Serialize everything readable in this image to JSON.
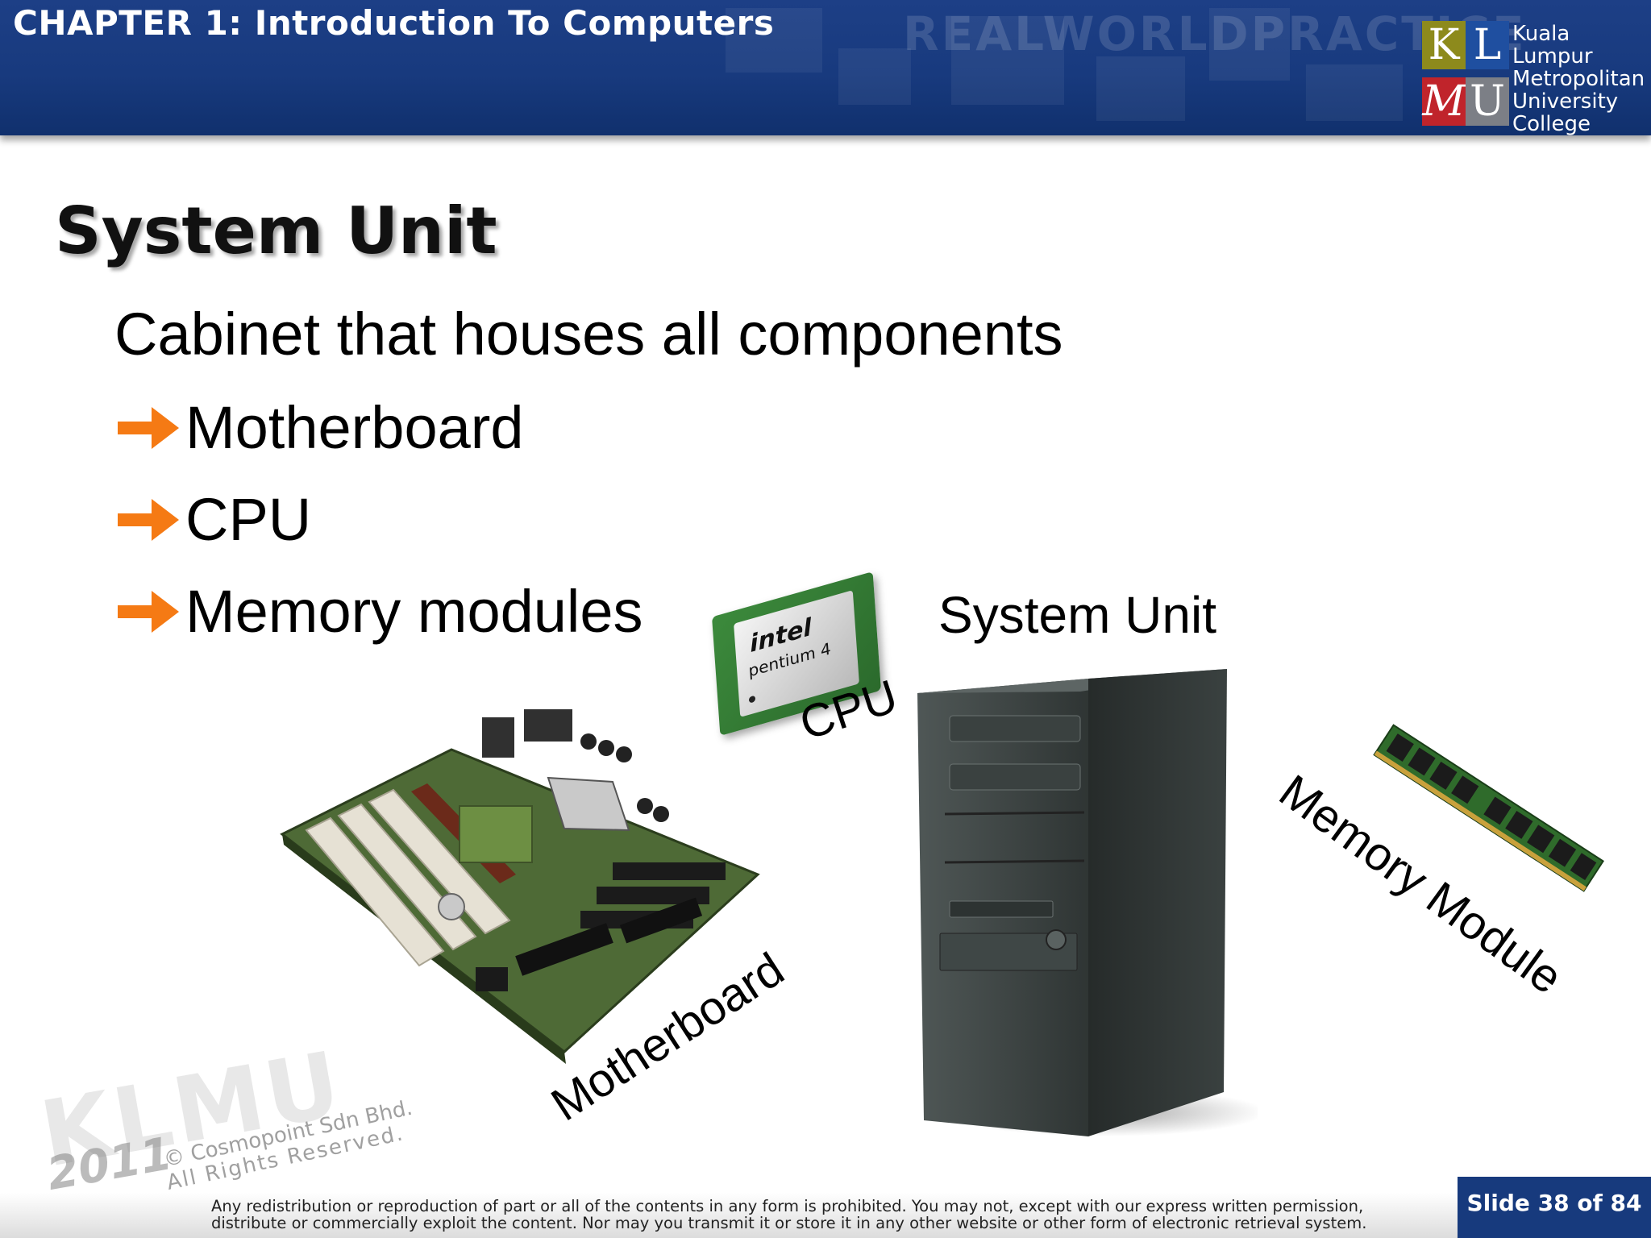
{
  "header": {
    "chapter": "CHAPTER 1: Introduction To Computers",
    "background_text": "REALWORLDPRACTICE",
    "logo": {
      "letters": [
        "K",
        "L",
        "M",
        "U"
      ],
      "lines": [
        "Kuala Lumpur",
        "Metropolitan",
        "University",
        "College"
      ]
    }
  },
  "slide": {
    "title": "System Unit",
    "subtitle": "Cabinet that houses all components",
    "bullets": [
      "Motherboard",
      "CPU",
      "Memory modules"
    ]
  },
  "figure": {
    "cpu_chip": {
      "brand": "intel",
      "model": "pentium 4"
    },
    "captions": {
      "cpu": "CPU",
      "system_unit": "System Unit",
      "motherboard": "Motherboard",
      "memory_module": "Memory Module"
    }
  },
  "watermark": {
    "brand": "KLMU",
    "year": "2011",
    "copyright": "© Cosmopoint Sdn Bhd.",
    "rights": "All Rights Reserved."
  },
  "footer": {
    "notice_line1": "Any redistribution or reproduction of part or all of the contents in any form is prohibited. You may not, except with our express written permission,",
    "notice_line2": "distribute or commercially exploit the content. Nor may you transmit it or store it in any other website or other form of electronic retrieval system.",
    "slide_counter": "Slide 38 of 84"
  },
  "colors": {
    "header": "#1a3d83",
    "bullet_arrow": "#f57a14",
    "slide_box": "#173a7d"
  }
}
